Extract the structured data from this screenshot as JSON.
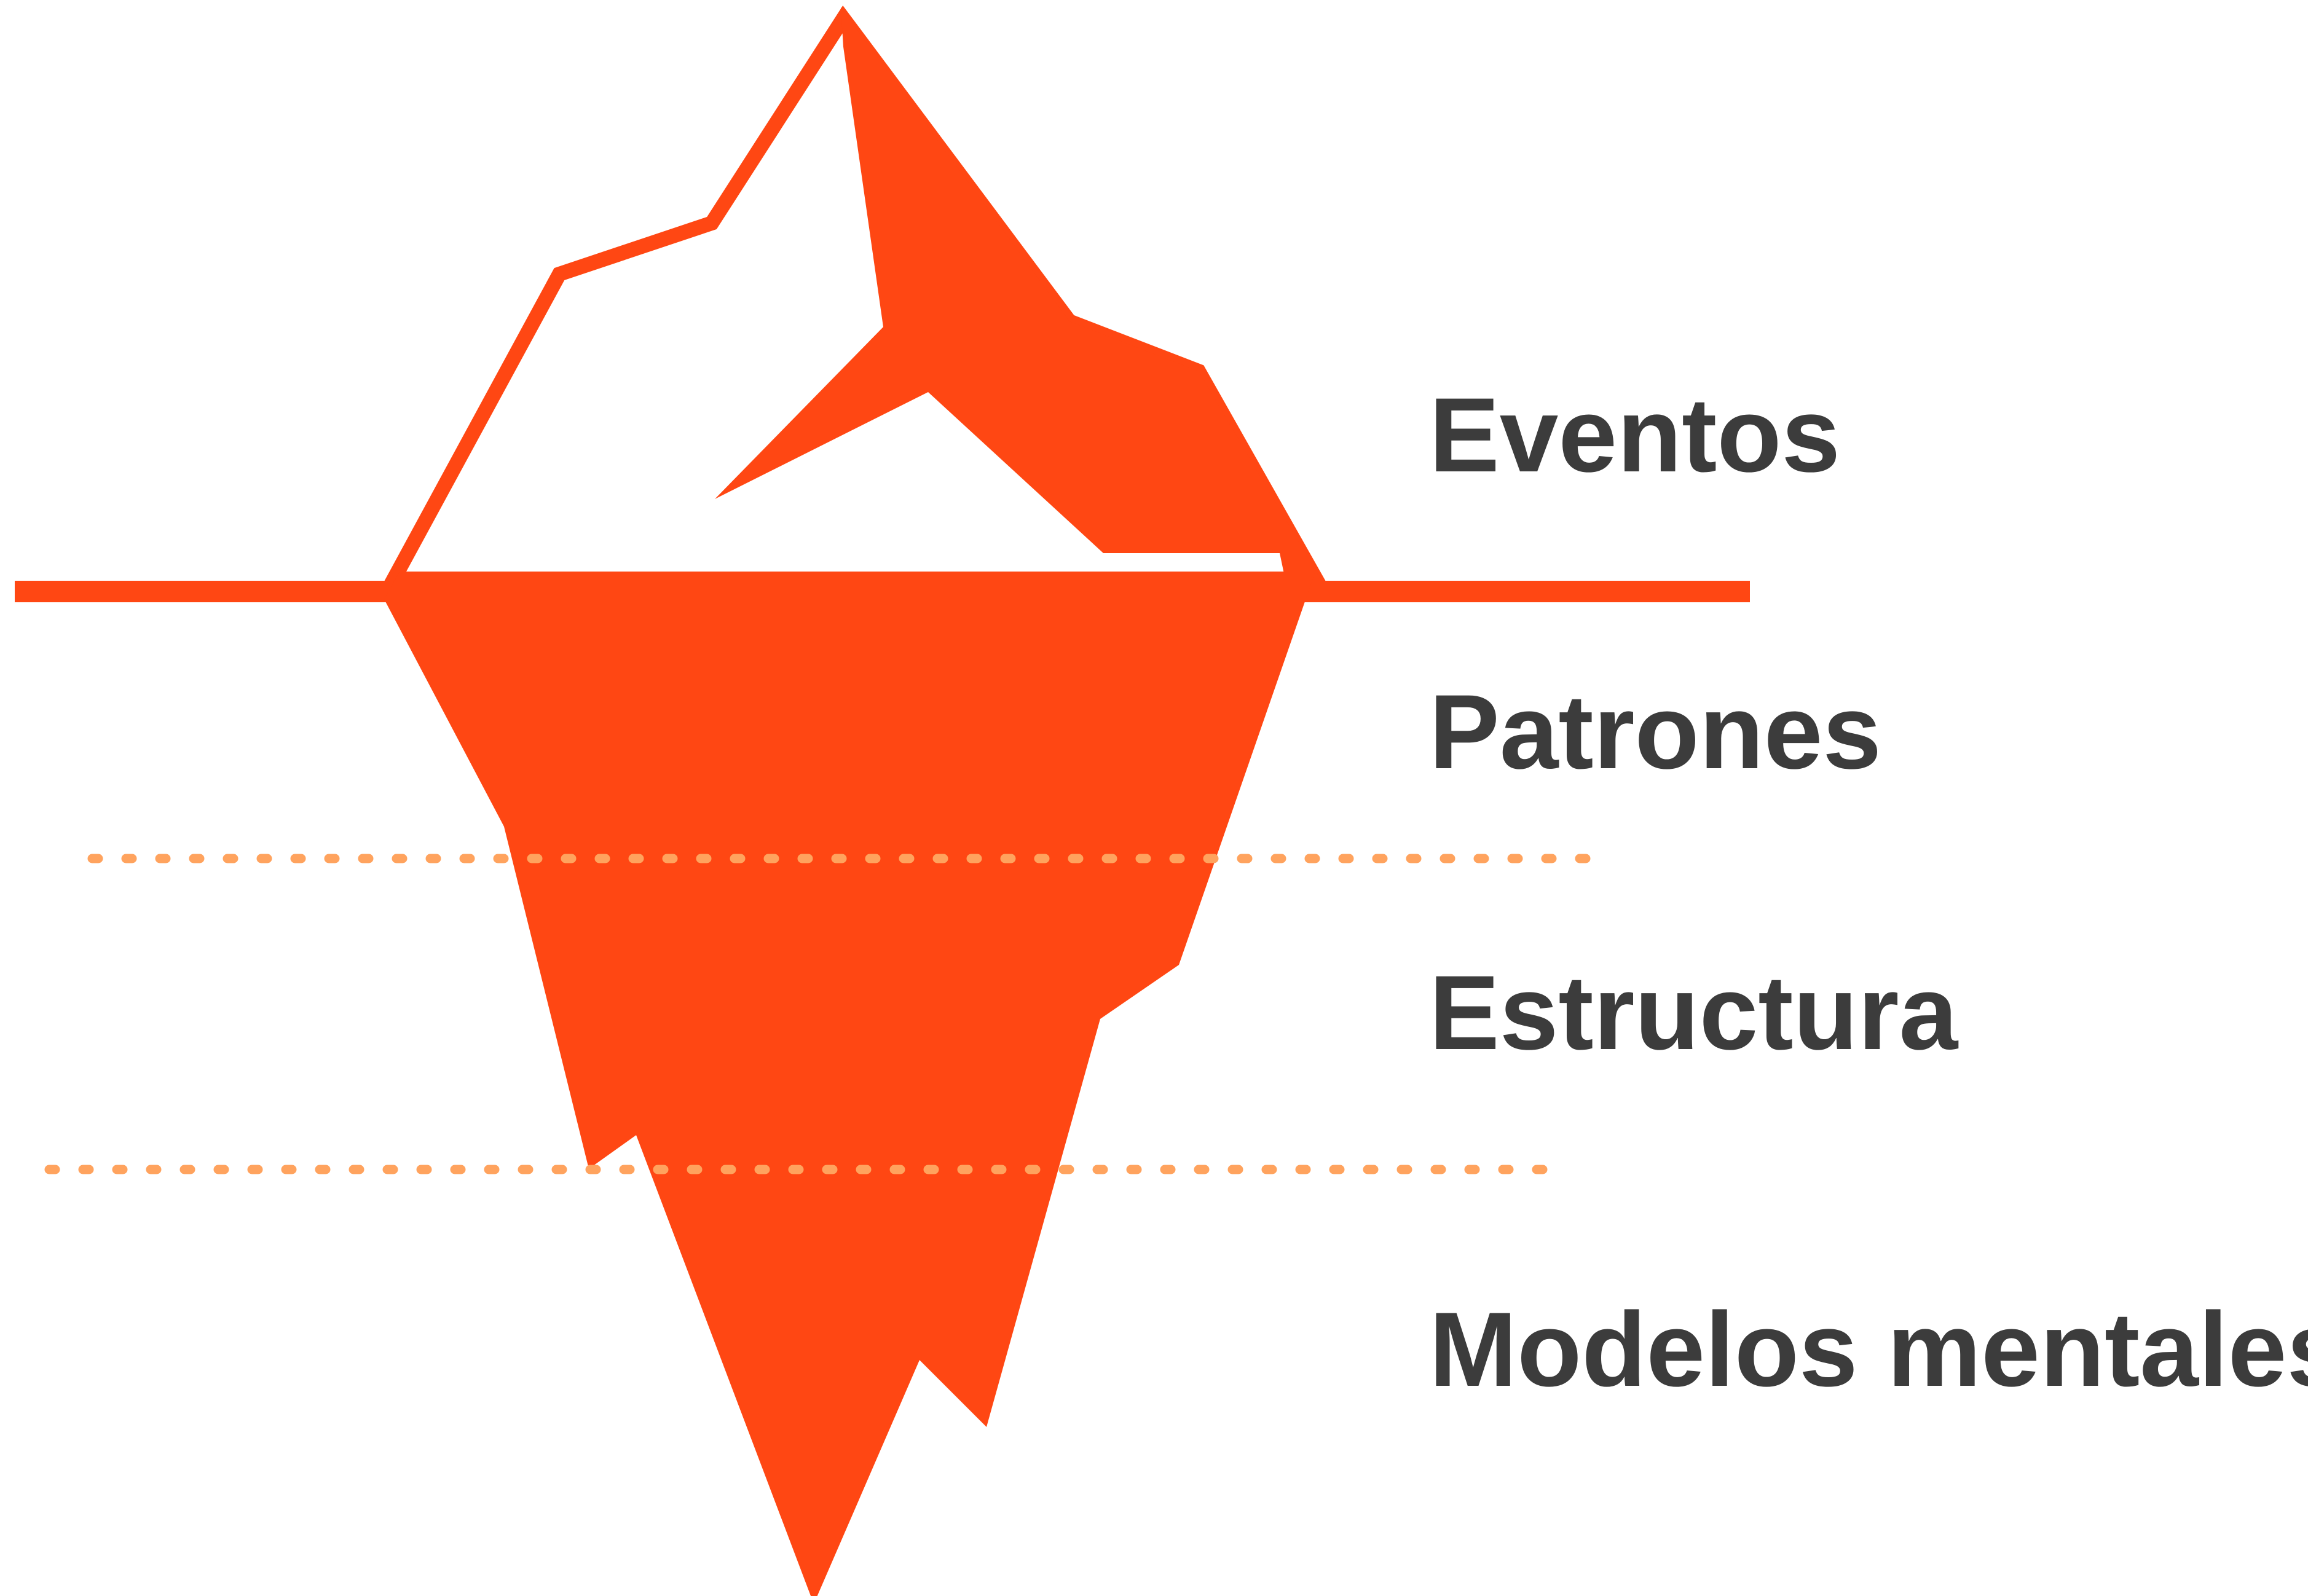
{
  "diagram": {
    "levels": [
      {
        "label": "Eventos"
      },
      {
        "label": "Patrones"
      },
      {
        "label": "Estructura"
      },
      {
        "label": "Modelos mentales"
      }
    ]
  },
  "colors": {
    "iceberg": "#ff4713",
    "divider_dotted": "#ffa35e",
    "label_text": "#3c3c3c",
    "background": "#ffffff"
  }
}
